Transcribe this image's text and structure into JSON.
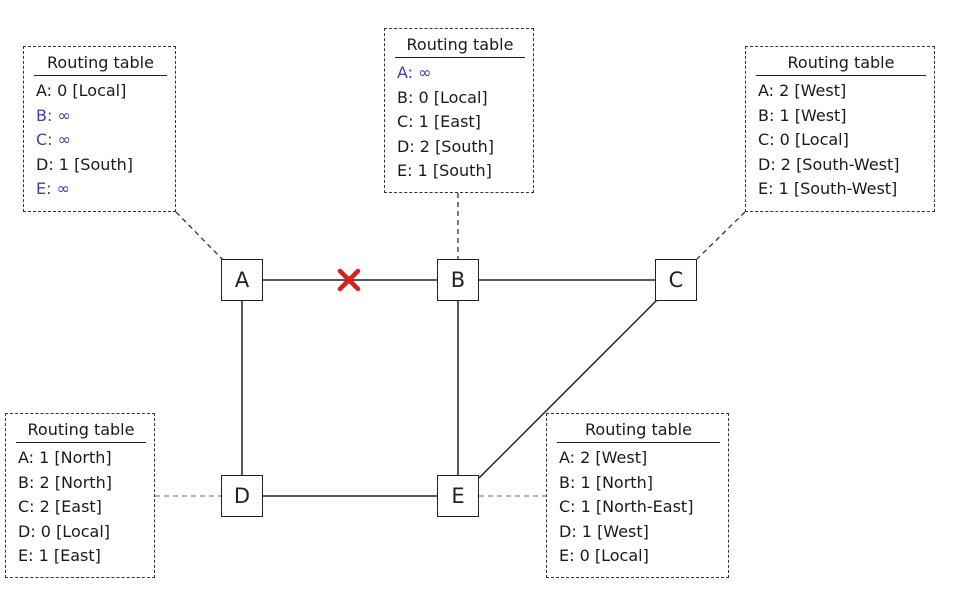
{
  "colors": {
    "line": "#222222",
    "unreachable": "#3f3f9f",
    "break_mark": "#d42020"
  },
  "break_mark": {
    "icon": "red-x-cross",
    "between": [
      "A",
      "B"
    ]
  },
  "nodes": [
    {
      "id": "A",
      "label": "A"
    },
    {
      "id": "B",
      "label": "B"
    },
    {
      "id": "C",
      "label": "C"
    },
    {
      "id": "D",
      "label": "D"
    },
    {
      "id": "E",
      "label": "E"
    }
  ],
  "links": [
    {
      "from": "A",
      "to": "B",
      "broken": true
    },
    {
      "from": "B",
      "to": "C"
    },
    {
      "from": "A",
      "to": "D"
    },
    {
      "from": "B",
      "to": "E"
    },
    {
      "from": "D",
      "to": "E"
    },
    {
      "from": "C",
      "to": "E"
    }
  ],
  "tables": {
    "A": {
      "title": "Routing table",
      "rows": [
        {
          "text": "A: 0 [Local]",
          "unreachable": false
        },
        {
          "text": "B: ∞",
          "unreachable": true
        },
        {
          "text": "C: ∞",
          "unreachable": true
        },
        {
          "text": "D: 1 [South]",
          "unreachable": false
        },
        {
          "text": "E: ∞",
          "unreachable": true
        }
      ]
    },
    "B": {
      "title": "Routing table",
      "rows": [
        {
          "text": "A: ∞",
          "unreachable": true
        },
        {
          "text": "B: 0 [Local]",
          "unreachable": false
        },
        {
          "text": "C: 1 [East]",
          "unreachable": false
        },
        {
          "text": "D: 2 [South]",
          "unreachable": false
        },
        {
          "text": "E: 1 [South]",
          "unreachable": false
        }
      ]
    },
    "C": {
      "title": "Routing table",
      "rows": [
        {
          "text": "A: 2 [West]",
          "unreachable": false
        },
        {
          "text": "B: 1 [West]",
          "unreachable": false
        },
        {
          "text": "C: 0 [Local]",
          "unreachable": false
        },
        {
          "text": "D: 2 [South-West]",
          "unreachable": false
        },
        {
          "text": "E: 1 [South-West]",
          "unreachable": false
        }
      ]
    },
    "D": {
      "title": "Routing table",
      "rows": [
        {
          "text": "A: 1 [North]",
          "unreachable": false
        },
        {
          "text": "B: 2 [North]",
          "unreachable": false
        },
        {
          "text": "C: 2 [East]",
          "unreachable": false
        },
        {
          "text": "D: 0 [Local]",
          "unreachable": false
        },
        {
          "text": "E: 1 [East]",
          "unreachable": false
        }
      ]
    },
    "E": {
      "title": "Routing table",
      "rows": [
        {
          "text": "A: 2 [West]",
          "unreachable": false
        },
        {
          "text": "B: 1 [North]",
          "unreachable": false
        },
        {
          "text": "C: 1 [North-East]",
          "unreachable": false
        },
        {
          "text": "D: 1 [West]",
          "unreachable": false
        },
        {
          "text": "E: 0 [Local]",
          "unreachable": false
        }
      ]
    }
  }
}
